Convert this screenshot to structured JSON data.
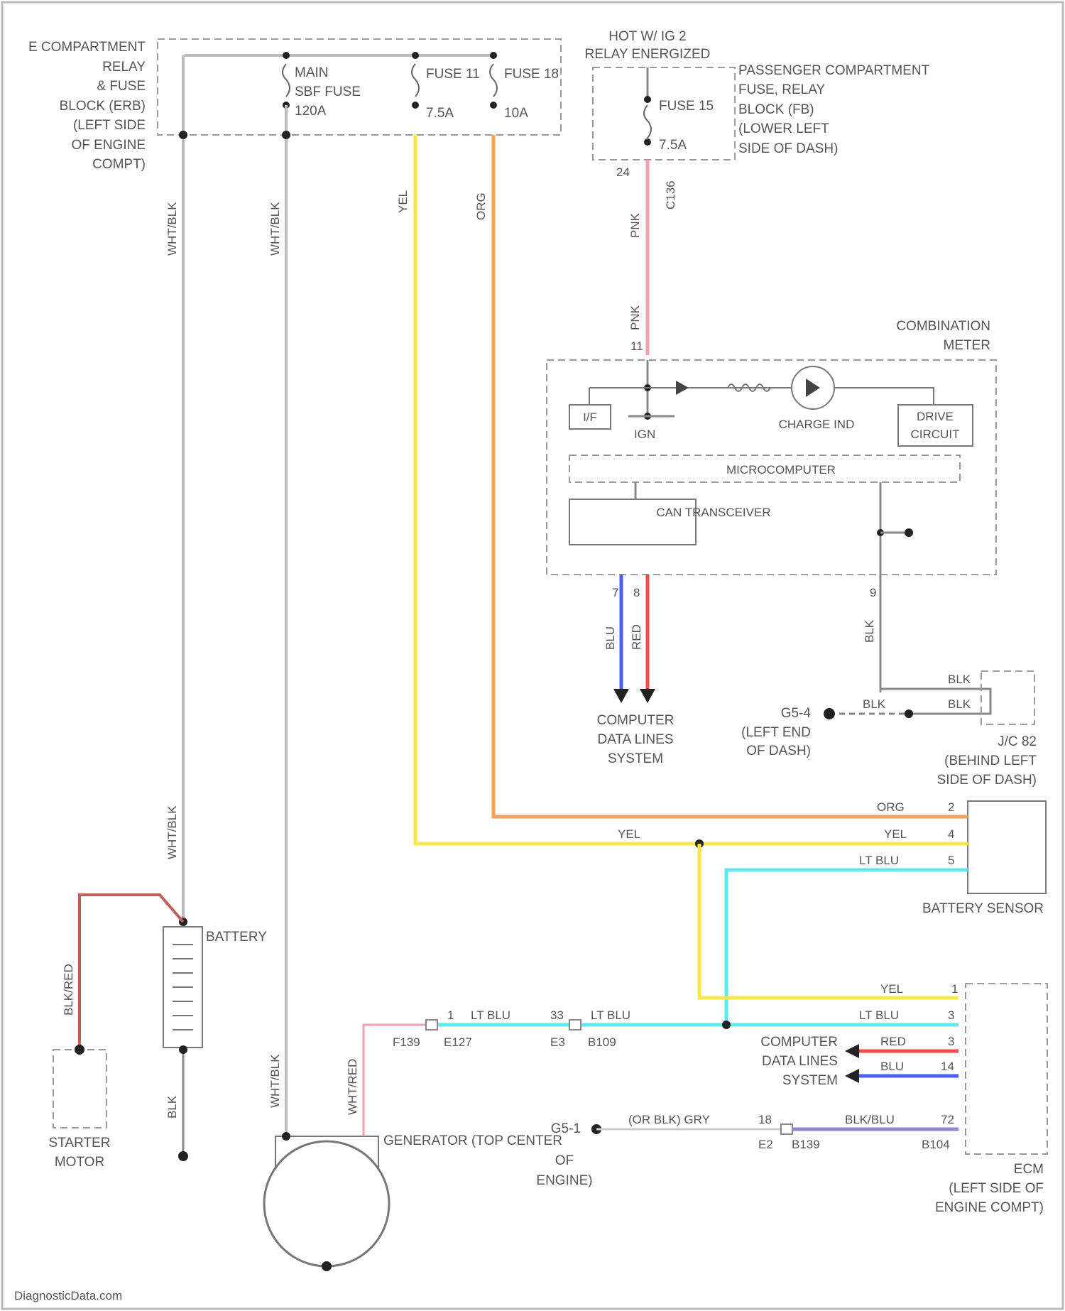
{
  "labels": {
    "engine_relay_box": [
      "E COMPARTMENT",
      "RELAY",
      "& FUSE",
      "BLOCK (ERB)",
      "(LEFT SIDE",
      "OF ENGINE",
      "COMPT)"
    ],
    "main_fuse": [
      "MAIN",
      "SBF FUSE",
      "120A"
    ],
    "fuse11": [
      "FUSE 11",
      "7.5A"
    ],
    "fuse18": [
      "FUSE 18",
      "10A"
    ],
    "hot_w_ig2": [
      "HOT W/ IG 2",
      "RELAY ENERGIZED"
    ],
    "passenger_box": [
      "PASSENGER COMPARTMENT",
      "FUSE, RELAY",
      "BLOCK (FB)",
      "(LOWER LEFT",
      "SIDE OF DASH)"
    ],
    "fuse15": [
      "FUSE 15",
      "7.5A"
    ],
    "combination_meter": [
      "COMBINATION",
      "METER"
    ],
    "charge_ind": "CHARGE IND",
    "drive_circuit": [
      "DRIVE",
      "CIRCUIT"
    ],
    "ign": "IGN",
    "if": "I/F",
    "microcomputer": "MICROCOMPUTER",
    "can_transceiver": "CAN TRANSCEIVER",
    "computer_data_lines_1": [
      "COMPUTER",
      "DATA LINES",
      "SYSTEM"
    ],
    "g_ground_1": [
      "G5-4",
      "(LEFT END",
      "OF DASH)"
    ],
    "jc": [
      "J/C 82",
      "(BEHIND LEFT",
      "SIDE OF DASH)"
    ],
    "battery_sensor": "BATTERY SENSOR",
    "battery": "BATTERY",
    "starter_motor": [
      "STARTER",
      "MOTOR"
    ],
    "generator": [
      "GENERATOR (TOP CENTER",
      "OF",
      "ENGINE)"
    ],
    "g_ground_2": "G5-1",
    "ecm": [
      "ECM",
      "(LEFT SIDE OF",
      "ENGINE COMPT)"
    ],
    "computer_data_lines_2": [
      "COMPUTER",
      "DATA LINES",
      "SYSTEM"
    ],
    "watermark": "DiagnosticData.com"
  },
  "wires": {
    "wht_blk": "WHT/BLK",
    "yel": "YEL",
    "org": "ORG",
    "pnk": "PNK",
    "blu": "BLU",
    "red": "RED",
    "blk": "BLK",
    "lt_blu": "LT BLU",
    "blk_red": "BLK/RED",
    "wht_red": "WHT/RED",
    "or_blk_gry": "(OR BLK) GRY",
    "blk_blu": "BLK/BLU"
  },
  "connectors": {
    "c24": "24",
    "c136": "C136",
    "c11": "11",
    "c7": "7",
    "c8": "8",
    "c9": "9",
    "c2": "2",
    "c4": "4",
    "c5": "5",
    "c1": "1",
    "c3": "3",
    "c14": "14",
    "c72": "72",
    "c18": "18",
    "c1b": "1",
    "e127": "E127",
    "e3": "E3",
    "b109": "B109",
    "f139": "F139",
    "c33": "33",
    "b139": "B139",
    "b104": "B104",
    "e2": "E2"
  },
  "colors": {
    "yel": "#f5e84a",
    "org": "#f2a15a",
    "pnk": "#f3a0b0",
    "blu": "#4a5ef0",
    "red": "#f04a4a",
    "lt_blu": "#5ee8ef",
    "blk_blu": "#8a8ad8",
    "blk_red": "#c0605a"
  }
}
